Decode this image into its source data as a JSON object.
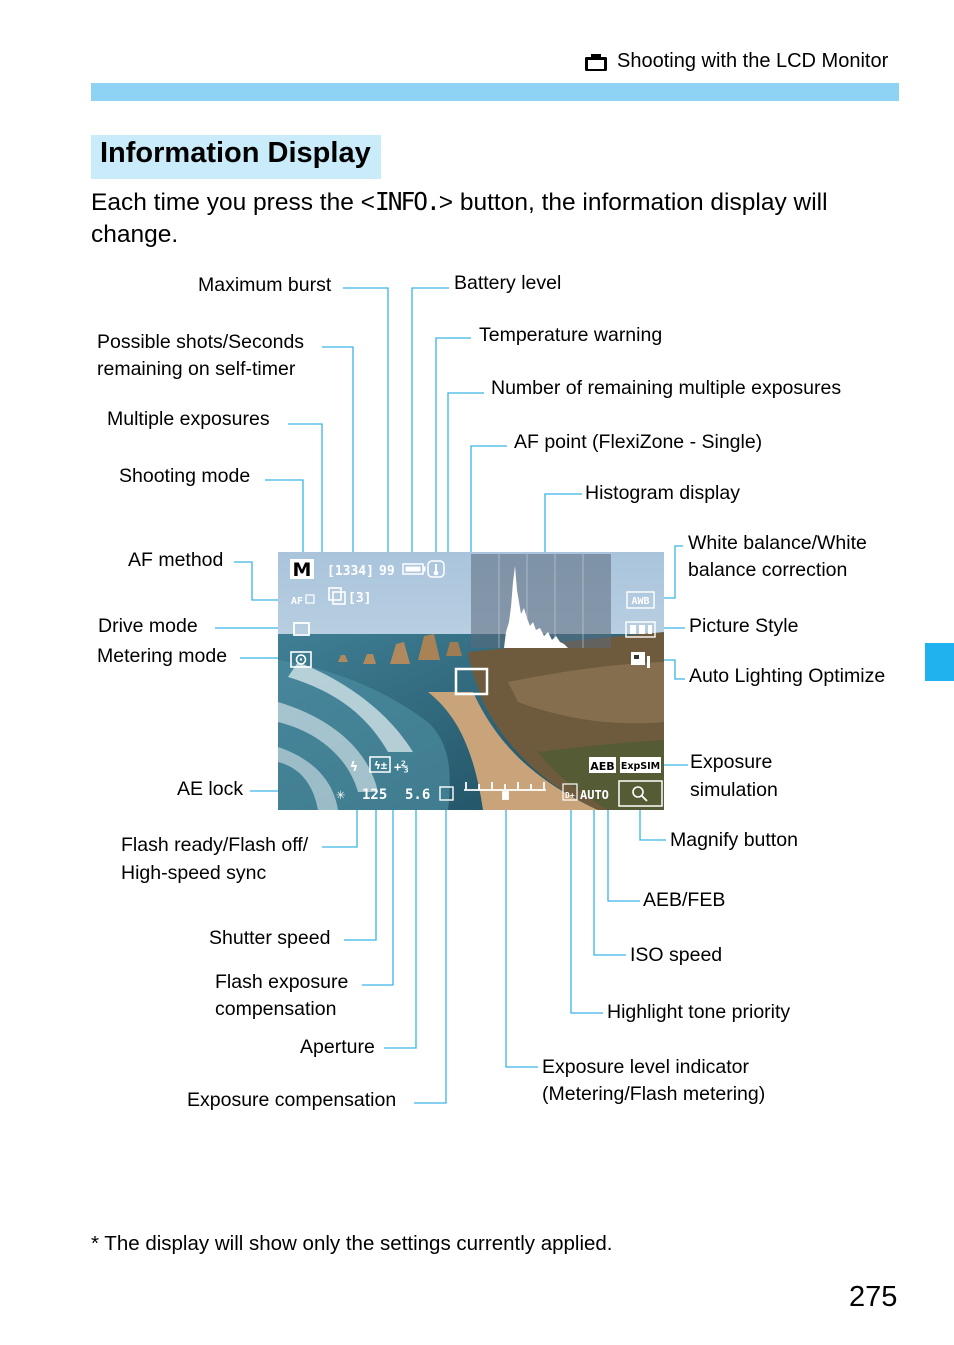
{
  "header": {
    "icon": "camera-icon",
    "label": "Shooting with the LCD Monitor"
  },
  "section": {
    "title": "Information Display"
  },
  "intro": {
    "before": "Each time you press the <",
    "button_name": "INFO.",
    "after": "> button, the information display will change."
  },
  "labels": {
    "max_burst": "Maximum burst",
    "possible_shots": [
      "Possible shots/Seconds",
      "remaining on self-timer"
    ],
    "multiple_exposures": "Multiple exposures",
    "shooting_mode": "Shooting mode",
    "af_method": "AF method",
    "drive_mode": "Drive mode",
    "metering_mode": "Metering mode",
    "ae_lock": "AE lock",
    "flash_ready": [
      "Flash ready/Flash off/",
      "High-speed sync"
    ],
    "shutter_speed": "Shutter speed",
    "flash_comp": [
      "Flash exposure",
      "compensation"
    ],
    "aperture": "Aperture",
    "exposure_comp": "Exposure compensation",
    "battery_level": "Battery level",
    "temperature_warning": "Temperature warning",
    "remaining_multiple": "Number of remaining multiple exposures",
    "af_point": "AF point (FlexiZone - Single)",
    "histogram": "Histogram display",
    "white_balance": [
      "White balance/White",
      "balance correction"
    ],
    "picture_style": "Picture Style",
    "auto_lighting": "Auto Lighting Optimize",
    "exposure_simulation": [
      "Exposure",
      "simulation"
    ],
    "magnify_button": "Magnify button",
    "aeb_feb": "AEB/FEB",
    "iso_speed": "ISO speed",
    "highlight_tone": "Highlight tone priority",
    "exposure_level": [
      "Exposure level indicator",
      "(Metering/Flash metering)"
    ]
  },
  "screen": {
    "mode": "M",
    "shots": "[1334]",
    "burst": "99",
    "multi_count": "[3]",
    "shutter": "125",
    "aperture": "5.6",
    "flash_comp": "+⅔",
    "aeb": "AEB",
    "exp_sim": "ExpSIM",
    "iso": "AUTO",
    "wb": "AWB",
    "af": "AF",
    "accent_color": "#5ac8f0"
  },
  "footnote": "* The display will show only the settings currently applied.",
  "page_number": "275",
  "colors": {
    "header_bar": "#8fd3f4",
    "title_box": "#c9ebfa",
    "side_tab": "#1fb2ef",
    "leader_line": "#39b4e6"
  }
}
